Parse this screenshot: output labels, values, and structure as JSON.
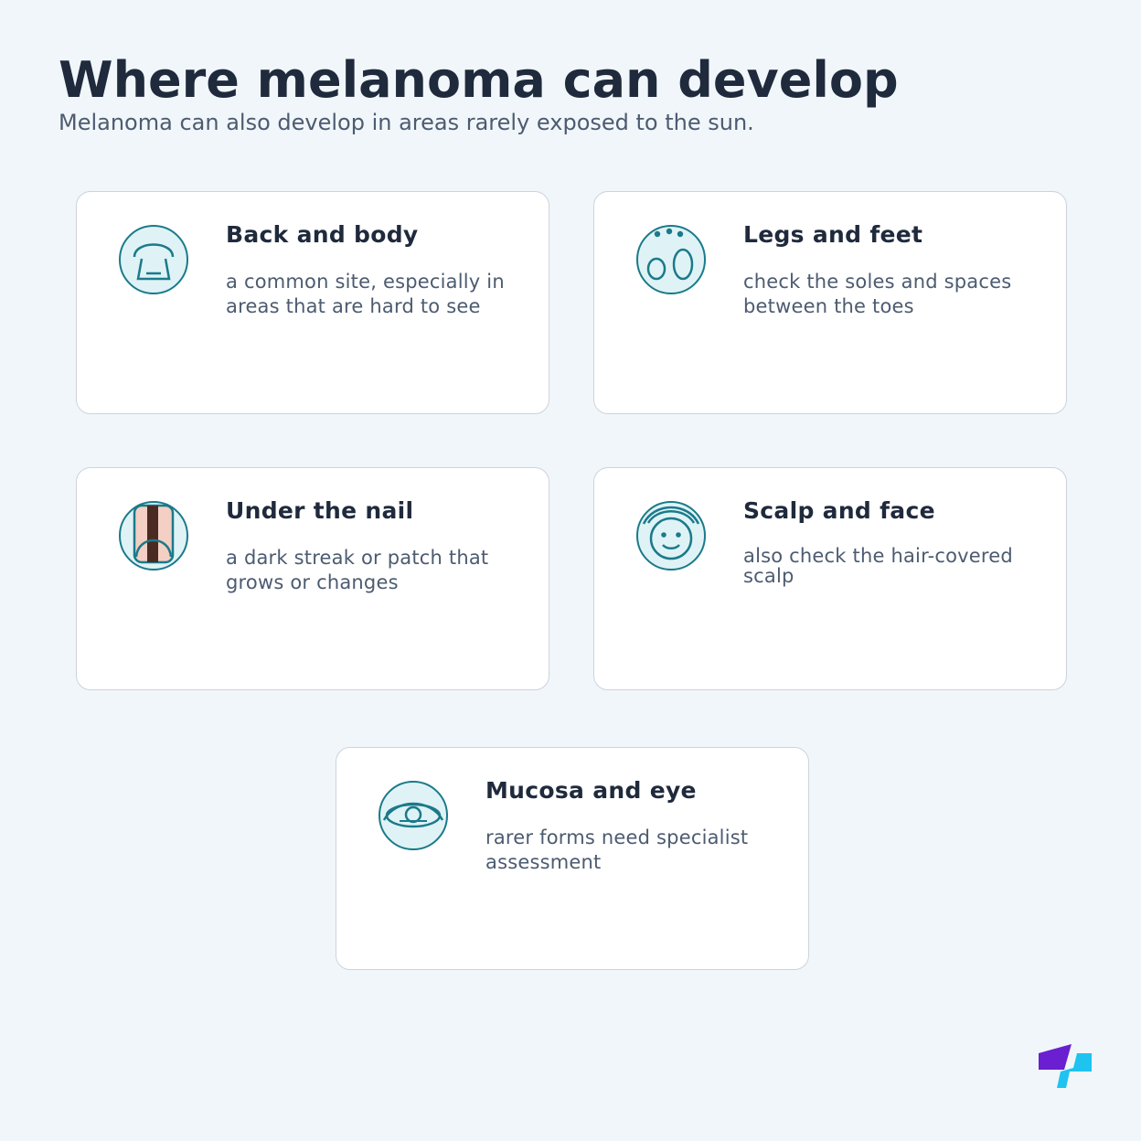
{
  "header": {
    "title": "Where melanoma can develop",
    "subtitle": "Melanoma can also develop in areas rarely exposed to the sun."
  },
  "cards": [
    {
      "title": "Back and body",
      "description": "a common site, especially in areas that are hard to see",
      "icon": "back-body-icon"
    },
    {
      "title": "Legs and feet",
      "description": "check the soles and spaces between the toes",
      "icon": "feet-icon"
    },
    {
      "title": "Under the nail",
      "description": "a dark streak or patch that grows or changes",
      "icon": "nail-icon"
    },
    {
      "title": "Scalp and face",
      "description": "also check the hair-covered scalp",
      "icon": "face-icon"
    },
    {
      "title": "Mucosa and eye",
      "description": "rarer forms need specialist assessment",
      "icon": "eye-icon"
    }
  ],
  "colors": {
    "background": "#f1f6fa",
    "icon_stroke": "#1b7a8a",
    "icon_fill": "#dff3f6",
    "title": "#1f2a3c",
    "body_text": "#4c5b70",
    "nail_skin": "#f4cfc3",
    "nail_streak": "#4a2b24",
    "logo_purple": "#6a1fd0",
    "logo_cyan": "#1fc3f0"
  }
}
